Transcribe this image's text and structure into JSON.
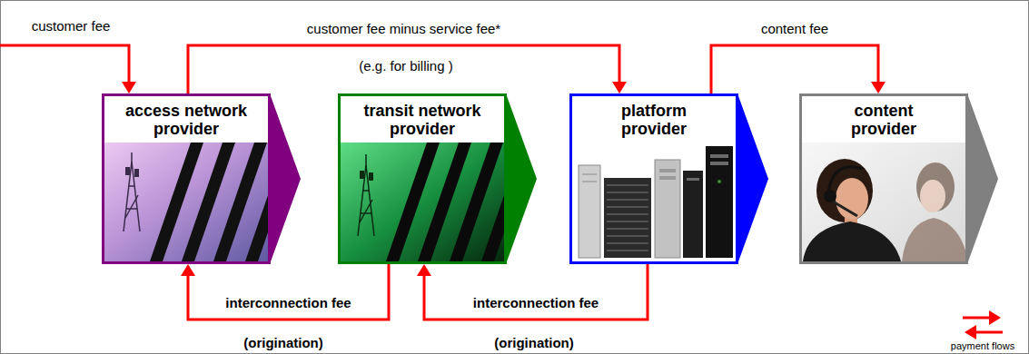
{
  "diagram": {
    "nodes": [
      {
        "text": [
          "access network provider"
        ]
      },
      {
        "text": [
          "transit network provider"
        ]
      },
      {
        "text": [
          "platform provider"
        ]
      },
      {
        "text": [
          "content provider"
        ]
      }
    ],
    "edges": [
      {
        "from": 0,
        "to": 2,
        "arrow": "to",
        "label": "customer fee minus service fee*"
      },
      {
        "from": 2,
        "to": 3,
        "arrow": "to",
        "label": "content fee"
      },
      {
        "from": 1,
        "to": 0,
        "arrow": "to",
        "label": "interconnection fee"
      },
      {
        "from": 2,
        "to": 1,
        "arrow": "to",
        "label": "interconnection fee"
      }
    ],
    "labels": [
      "customer fee",
      "(e.g. for billing )",
      "(origination)",
      "(origination)"
    ],
    "legend": [
      {
        "text": "payment flows"
      }
    ]
  }
}
